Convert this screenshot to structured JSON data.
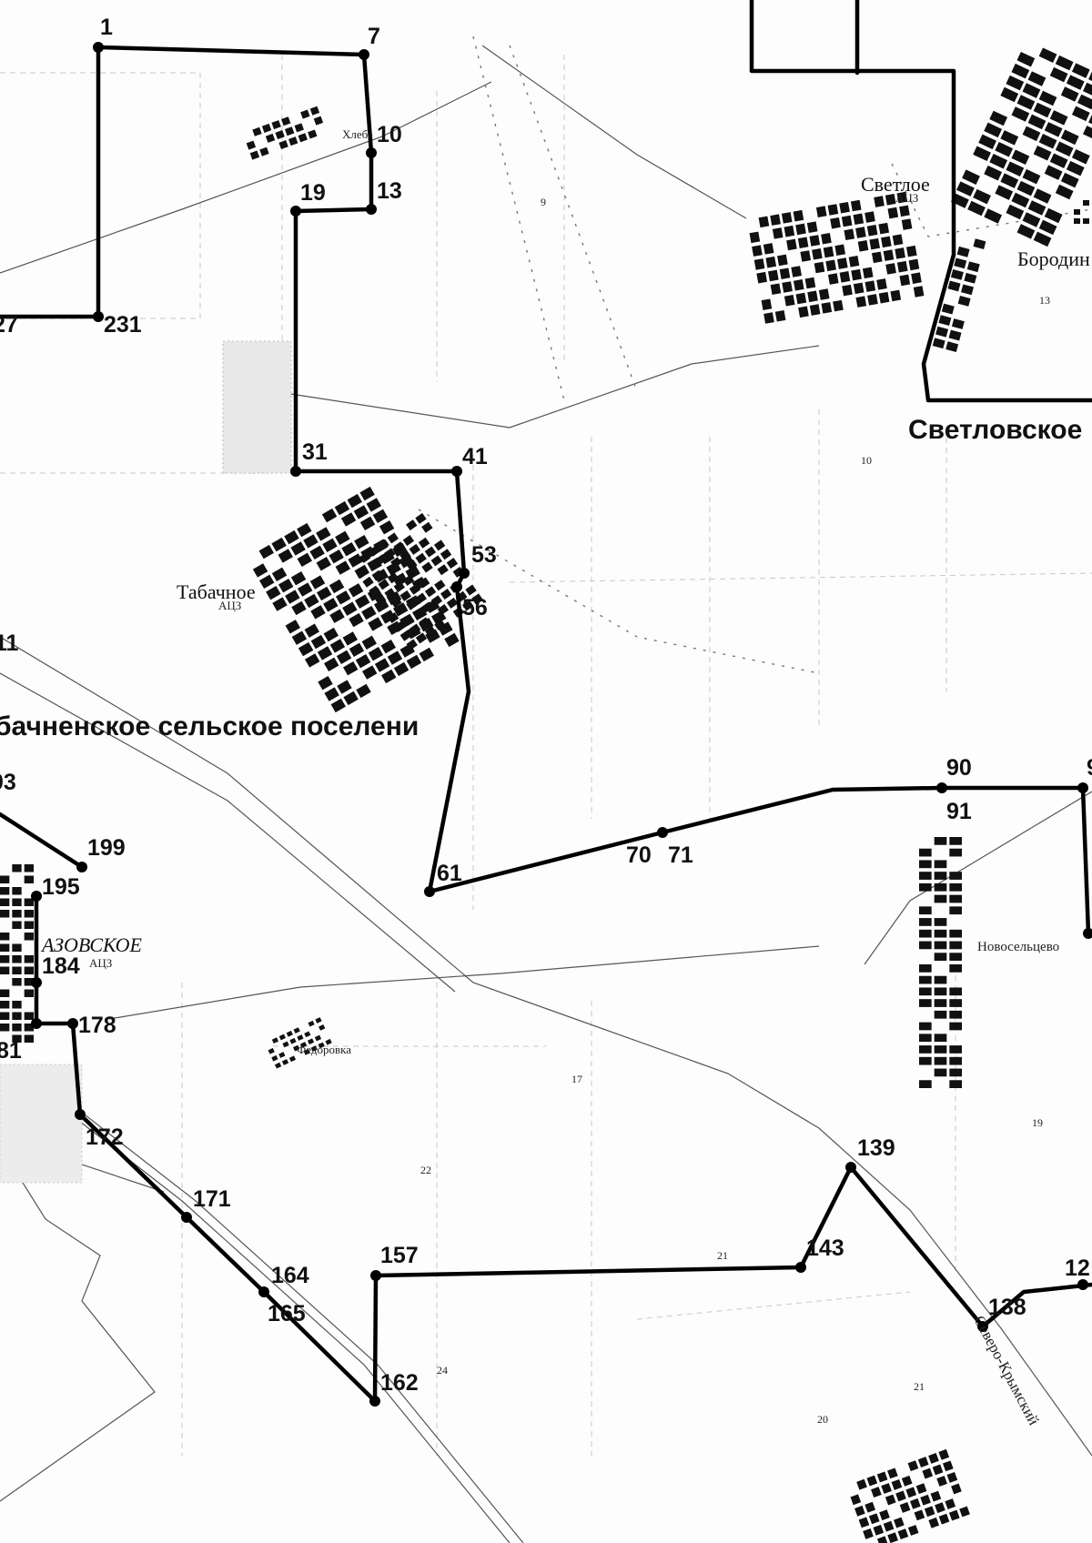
{
  "regions": {
    "left": "бачненское сельское поселени",
    "right": "Светловское"
  },
  "settlements": {
    "svetloe": "Светлое",
    "svetloe_sub": "АЦЗ",
    "borodino": "Бородин",
    "tabachnoe": "Табачное",
    "tabachnoe_sub": "АЦЗ",
    "azovskoe": "АЗОВСКОЕ",
    "azovskoe_sub": "АЦЗ",
    "fedorovka": "Федоровка",
    "novoselcevo": "Новосельцево",
    "hleb": "Хлеба",
    "severo_krymsky": "Северо-Крымский"
  },
  "points": {
    "p1": "1",
    "p7": "7",
    "p10": "10",
    "p13": "13",
    "p19": "19",
    "p27": "27",
    "p231": "231",
    "p31": "31",
    "p41": "41",
    "p53": "53",
    "p56": "56",
    "p11": "11",
    "p03": "03",
    "p199": "199",
    "p195": "195",
    "p184": "184",
    "p178": "178",
    "p81": "81",
    "p172": "172",
    "p171": "171",
    "p164": "164",
    "p165": "165",
    "p157": "157",
    "p162": "162",
    "p61": "61",
    "p70": "70",
    "p71": "71",
    "p90": "90",
    "p91": "91",
    "p9": "9",
    "p139": "139",
    "p143": "143",
    "p138": "138",
    "p12": "12"
  },
  "field_numbers": {
    "f9": "9",
    "f10": "10",
    "f13": "13",
    "f17": "17",
    "f19": "19",
    "f20": "20",
    "f21a": "21",
    "f21b": "21",
    "f22": "22",
    "f24": "24"
  }
}
